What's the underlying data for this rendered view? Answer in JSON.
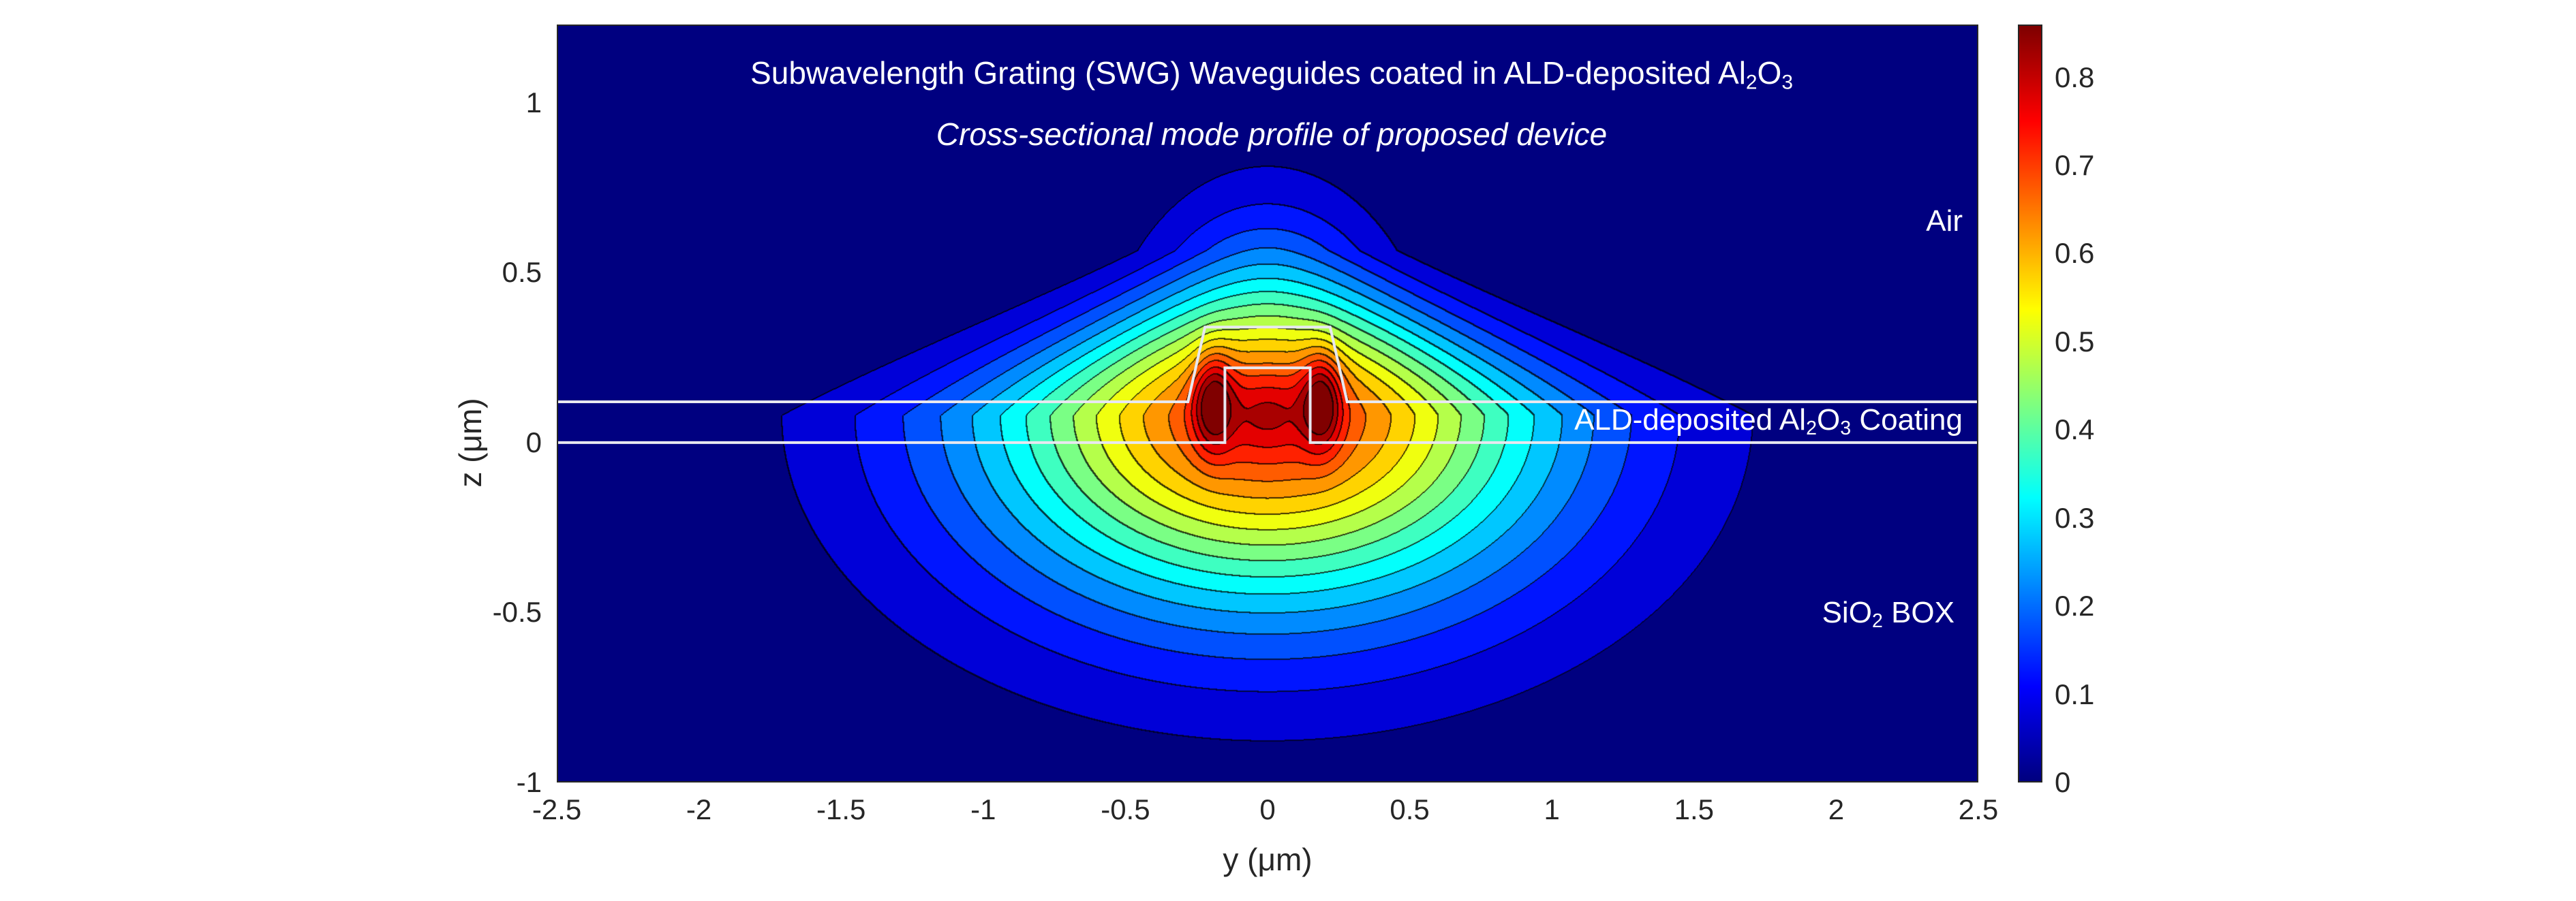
{
  "chart_data": {
    "type": "heatmap",
    "subtype": "filled-contour",
    "title": "Subwavelength Grating (SWG) Waveguides coated in ALD-deposited Al2O3",
    "title_parts": {
      "main": "Subwavelength Grating (SWG) Waveguides coated in ALD-deposited Al",
      "sub1": "2",
      "mid": "O",
      "sub2": "3"
    },
    "subtitle": "Cross-sectional mode profile of proposed device",
    "xlabel": "y (μm)",
    "ylabel": "z (μm)",
    "xlim": [
      -2.5,
      2.5
    ],
    "ylim": [
      -1.0,
      1.23
    ],
    "x_ticks": [
      "-2.5",
      "-2",
      "-1.5",
      "-1",
      "-0.5",
      "0",
      "0.5",
      "1",
      "1.5",
      "2",
      "2.5"
    ],
    "x_tick_values": [
      -2.5,
      -2,
      -1.5,
      -1,
      -0.5,
      0,
      0.5,
      1,
      1.5,
      2,
      2.5
    ],
    "y_ticks": [
      "1",
      "0.5",
      "0",
      "-0.5",
      "-1"
    ],
    "y_tick_values": [
      1,
      0.5,
      0,
      -0.5,
      -1
    ],
    "colorbar": {
      "colormap": "jet",
      "range": [
        0,
        0.86
      ],
      "ticks": [
        "0.8",
        "0.7",
        "0.6",
        "0.5",
        "0.4",
        "0.3",
        "0.2",
        "0.1",
        "0"
      ],
      "tick_values": [
        0.8,
        0.7,
        0.6,
        0.5,
        0.4,
        0.3,
        0.2,
        0.1,
        0
      ]
    },
    "contour_levels_step": 0.05,
    "field_peak": 0.86,
    "field_center": [
      0,
      0.08
    ],
    "layer_boundaries_z": [
      0,
      0.12
    ],
    "annotations": {
      "air": "Air",
      "coating": {
        "a": "ALD-deposited Al",
        "s1": "2",
        "b": "O",
        "s2": "3",
        "c": " Coating"
      },
      "box": {
        "a": "SiO",
        "s1": "2",
        "b": " BOX"
      }
    }
  }
}
